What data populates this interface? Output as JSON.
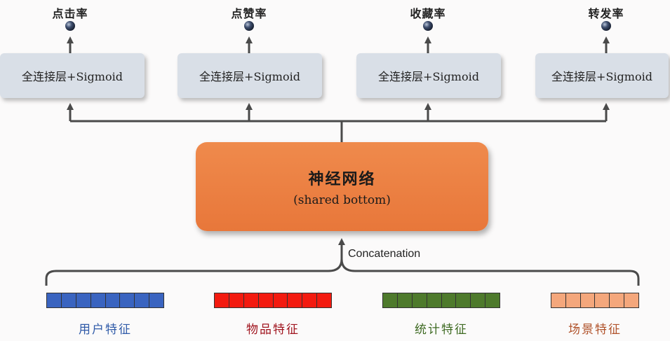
{
  "tasks": [
    {
      "name": "点击率",
      "layer": "全连接层+Sigmoid"
    },
    {
      "name": "点赞率",
      "layer": "全连接层+Sigmoid"
    },
    {
      "name": "收藏率",
      "layer": "全连接层+Sigmoid"
    },
    {
      "name": "转发率",
      "layer": "全连接层+Sigmoid"
    }
  ],
  "shared": {
    "title": "神经网络",
    "subtitle": "(shared bottom)"
  },
  "concat_label": "Concatenation",
  "features": [
    {
      "label": "用户特征",
      "fill": "#3a64c0",
      "text_color": "#2f5aa8",
      "cells": 8
    },
    {
      "label": "物品特征",
      "fill": "#f31b10",
      "text_color": "#a0141e",
      "cells": 8
    },
    {
      "label": "统计特征",
      "fill": "#4e7a2c",
      "text_color": "#3e6a22",
      "cells": 8
    },
    {
      "label": "场景特征",
      "fill": "#f4a77c",
      "text_color": "#b0522a",
      "cells": 6
    }
  ],
  "colors": {
    "wire": "#4a4a4a",
    "node": "#2c3a55",
    "fc_fill": "#d9dfe7",
    "shared_fill": "#ec7f41"
  }
}
